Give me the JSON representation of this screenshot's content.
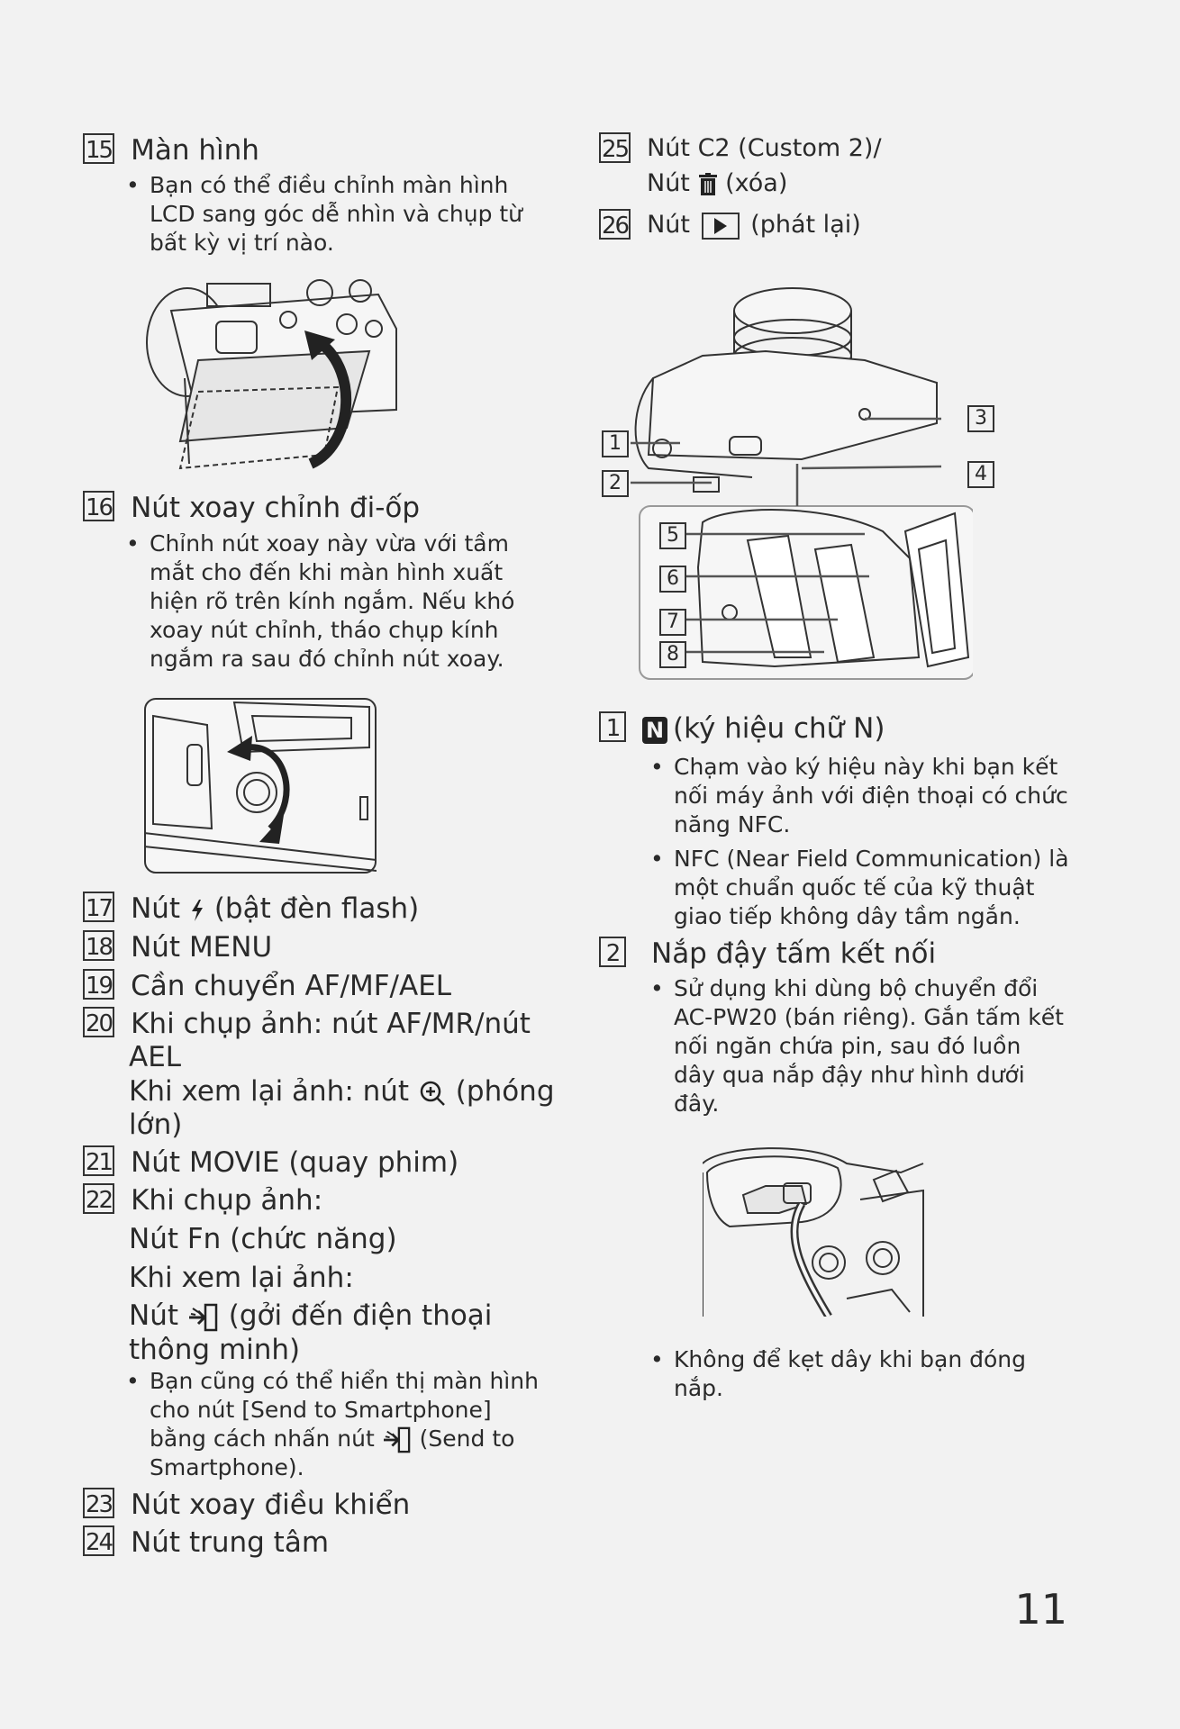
{
  "left": {
    "item15": {
      "num": "15",
      "title": "Màn hình",
      "bullets": [
        "Bạn có thể điều chỉnh màn hình LCD sang góc dễ nhìn và chụp từ bất kỳ vị trí nào."
      ]
    },
    "item16": {
      "num": "16",
      "title": "Nút xoay chỉnh đi-ốp",
      "bullets": [
        "Chỉnh nút xoay này vừa với tầm mắt cho đến khi màn hình xuất hiện rõ trên kính ngắm. Nếu khó xoay nút chỉnh, tháo chụp kính ngắm ra sau đó chỉnh nút xoay."
      ]
    },
    "item17": {
      "num": "17",
      "pre": "Nút",
      "post": "(bật đèn flash)"
    },
    "item18": {
      "num": "18",
      "title": "Nút MENU"
    },
    "item19": {
      "num": "19",
      "title": "Cần chuyển AF/MF/AEL"
    },
    "item20": {
      "num": "20",
      "line1": "Khi chụp ảnh: nút AF/MR/nút",
      "line2": "AEL",
      "line3_pre": "Khi xem lại ảnh: nút",
      "line3_post": "(phóng",
      "line4": "lớn)"
    },
    "item21": {
      "num": "21",
      "title": "Nút MOVIE (quay phim)"
    },
    "item22": {
      "num": "22",
      "line1": "Khi chụp ảnh:",
      "line2": "Nút Fn (chức năng)",
      "line3": "Khi xem lại ảnh:",
      "line4_pre": "Nút",
      "line4_post": "(gởi đến điện thoại",
      "line5": "thông minh)",
      "bullet_l1": "Bạn cũng có thể hiển thị màn hình",
      "bullet_l2": "cho nút [Send to Smartphone]",
      "bullet_l3_pre": "bằng cách nhấn nút",
      "bullet_l3_post": "(Send to",
      "bullet_l4": "Smartphone)."
    },
    "item23": {
      "num": "23",
      "title": "Nút xoay điều khiển"
    },
    "item24": {
      "num": "24",
      "title": "Nút trung tâm"
    }
  },
  "right": {
    "item25": {
      "num": "25",
      "line1": "Nút C2 (Custom 2)/",
      "line2_pre": "Nút",
      "line2_post": "(xóa)"
    },
    "item26": {
      "num": "26",
      "pre": "Nút",
      "post": "(phát lại)"
    },
    "callouts": [
      "1",
      "2",
      "3",
      "4",
      "5",
      "6",
      "7",
      "8"
    ],
    "itemN1": {
      "num": "1",
      "symbol": "N",
      "title": "(ký hiệu chữ N)",
      "bullets": [
        "Chạm vào ký hiệu này khi bạn kết nối máy ảnh với điện thoại có chức năng NFC.",
        "NFC (Near Field Communication) là một chuẩn quốc tế của kỹ thuật giao tiếp không dây tầm ngắn."
      ]
    },
    "itemN2": {
      "num": "2",
      "title": "Nắp đậy tấm kết nối",
      "bullets": [
        "Sử dụng khi dùng bộ chuyển đổi AC-PW20 (bán riêng). Gắn tấm kết nối ngăn chứa pin, sau đó luồn dây qua nắp đậy như hình dưới đây."
      ],
      "bullets2": [
        "Không để kẹt dây khi bạn đóng nắp."
      ]
    }
  },
  "page_number": "11",
  "icons": {
    "flash": "flash-icon",
    "zoom": "zoom-in-icon",
    "send": "send-to-smartphone-icon",
    "trash": "trash-icon",
    "play": "play-icon",
    "nfc": "nfc-n-mark-icon"
  }
}
